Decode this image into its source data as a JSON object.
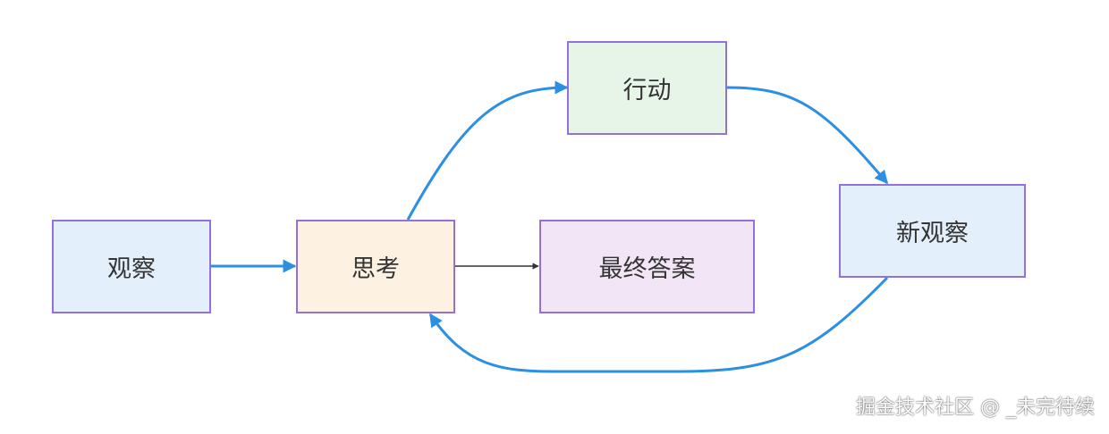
{
  "nodes": {
    "observe": {
      "label": "观察",
      "fill": "#e3f0fc"
    },
    "think": {
      "label": "思考",
      "fill": "#fdf2e1"
    },
    "final_answer": {
      "label": "最终答案",
      "fill": "#f2e5f6"
    },
    "action": {
      "label": "行动",
      "fill": "#e7f4e8"
    },
    "new_observe": {
      "label": "新观察",
      "fill": "#e3f0fc"
    }
  },
  "edges": [
    {
      "from": "observe",
      "to": "think",
      "color": "#2b8fe3"
    },
    {
      "from": "think",
      "to": "action",
      "color": "#2b8fe3"
    },
    {
      "from": "action",
      "to": "new_observe",
      "color": "#2b8fe3"
    },
    {
      "from": "new_observe",
      "to": "think",
      "color": "#2b8fe3"
    },
    {
      "from": "think",
      "to": "final_answer",
      "color": "#333333"
    }
  ],
  "colors": {
    "node_border": "#9370db",
    "loop_edge": "#2b8fe3",
    "answer_edge": "#333333"
  },
  "watermark": "掘金技术社区 @ _未完待续"
}
